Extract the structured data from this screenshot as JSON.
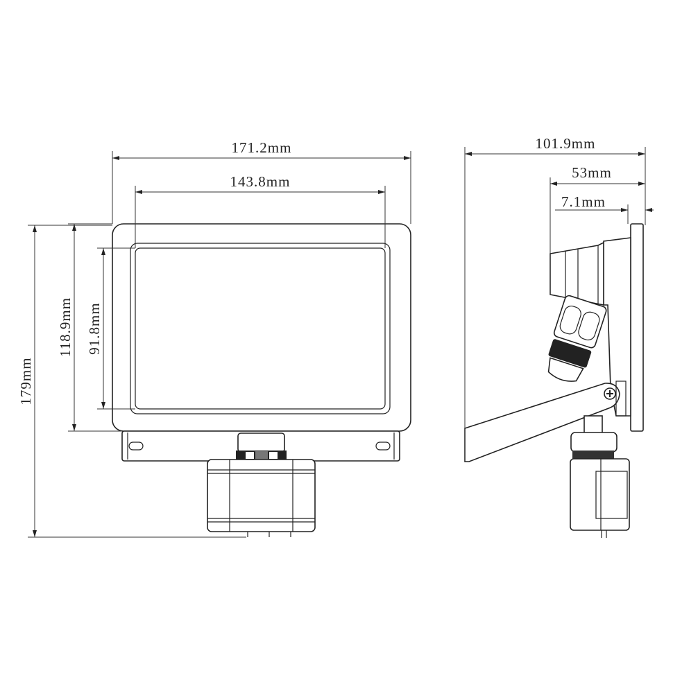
{
  "front_view": {
    "width_overall": "171.2mm",
    "width_inner": "143.8mm",
    "height_overall": "179mm",
    "height_body": "118.9mm",
    "height_inner": "91.8mm"
  },
  "side_view": {
    "depth_overall": "101.9mm",
    "depth_body": "53mm",
    "depth_front": "7.1mm"
  },
  "colors": {
    "line": "#222222",
    "background": "#ffffff"
  }
}
